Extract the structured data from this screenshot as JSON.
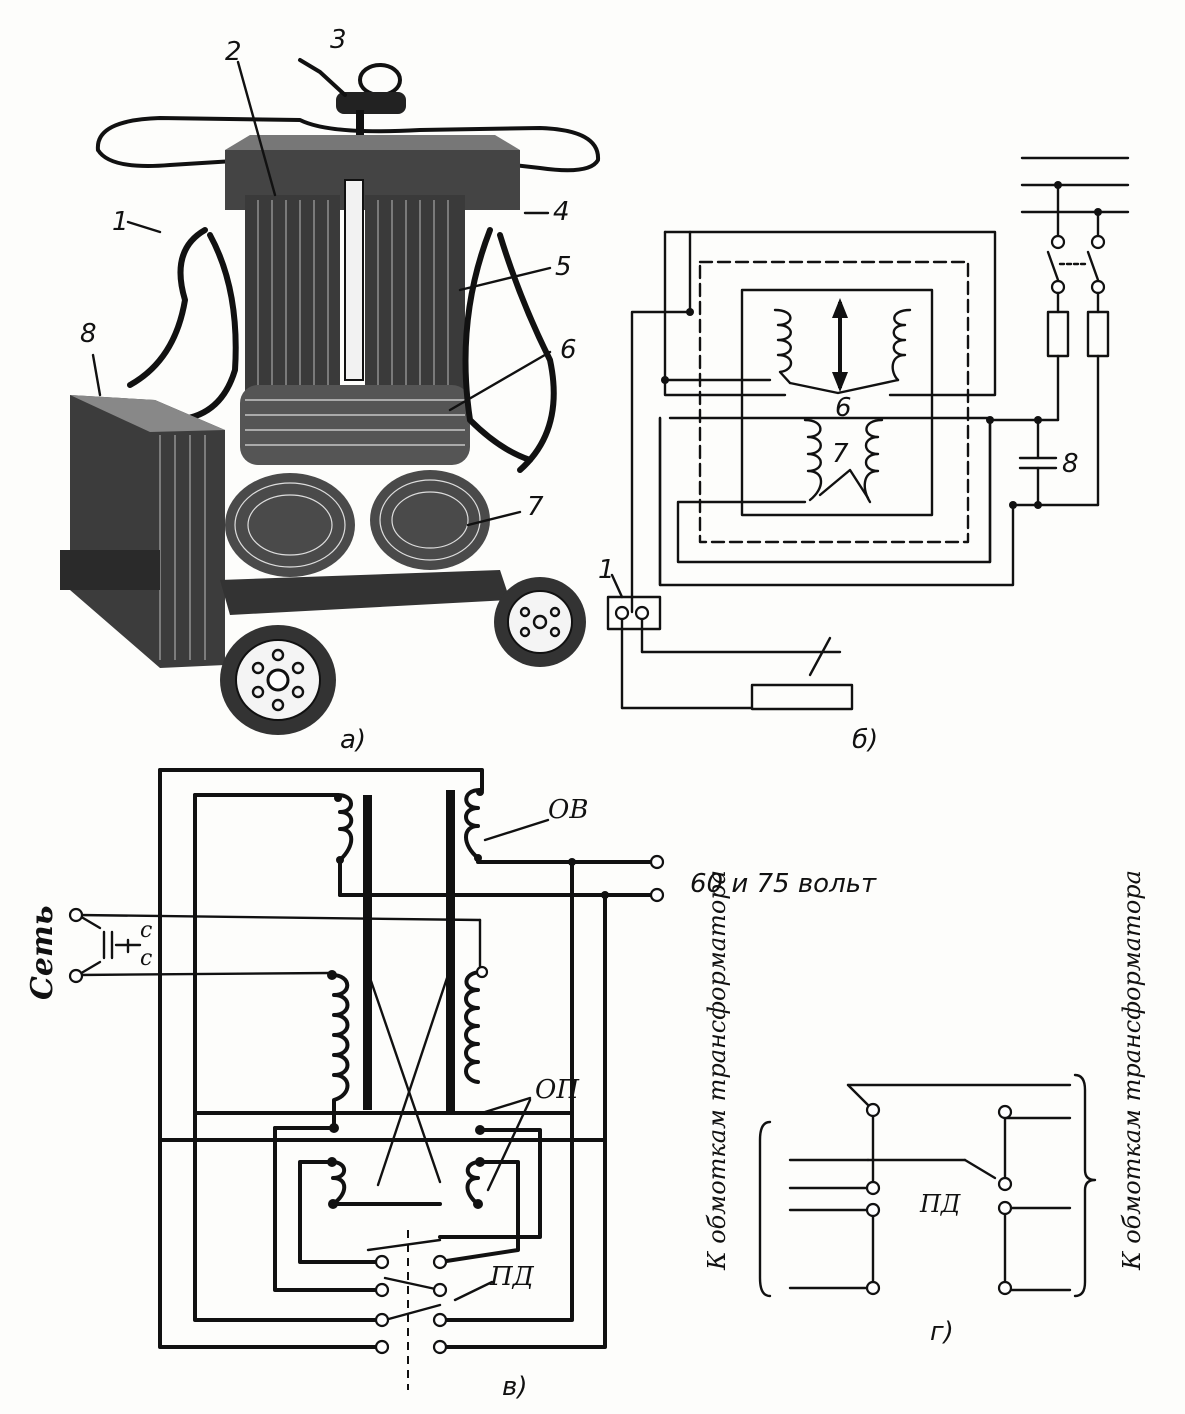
{
  "figure": {
    "panel_a": {
      "caption": "а)",
      "labels": [
        "1",
        "2",
        "3",
        "4",
        "5",
        "6",
        "7",
        "8"
      ]
    },
    "panel_b": {
      "caption": "б)",
      "labels": {
        "terminal": "1",
        "windings_top": "6",
        "windings_bottom": "7",
        "capacitor": "8"
      }
    },
    "panel_v": {
      "caption": "в)",
      "network_label": "Сеть",
      "c_label_1": "с",
      "c_label_2": "с",
      "ov_label": "ОВ",
      "op_label": "ОП",
      "pd_label": "ПД",
      "output_label": "60 и 75 вольт"
    },
    "panel_g": {
      "caption": "г)",
      "left_label": "К обмоткам трансформатора",
      "right_label": "К обмоткам трансформатора",
      "pd_label": "ПД"
    }
  }
}
